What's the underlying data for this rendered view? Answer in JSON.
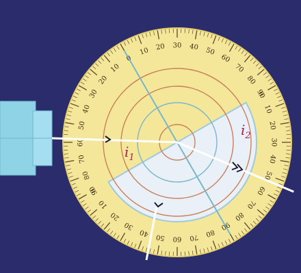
{
  "scale": {
    "upper_labels": [
      "90",
      "80",
      "70",
      "60",
      "50",
      "40",
      "30",
      "20",
      "10",
      "0",
      "10",
      "20",
      "30",
      "40",
      "50",
      "60",
      "70",
      "80",
      "90"
    ],
    "lower_labels": [
      "0",
      "10",
      "20",
      "30",
      "40",
      "50",
      "60",
      "70",
      "80",
      "90",
      "80",
      "70",
      "60",
      "50",
      "40",
      "30",
      "20",
      "10",
      "0"
    ]
  },
  "angles": {
    "incident_label_main": "i",
    "incident_label_sub": "1",
    "refracted_label_main": "i",
    "refracted_label_sub": "2"
  },
  "colors": {
    "background": "#2a2c6c",
    "disc": "#f5e79a",
    "disc_rim": "#e7cf6e",
    "glass_block": "#e9f0f7",
    "light_source": "#8fd3e6",
    "ray": "#ffffff",
    "ring": "#c9805a",
    "normal": "#7ab6c9",
    "angle_label": "#a8204a"
  }
}
